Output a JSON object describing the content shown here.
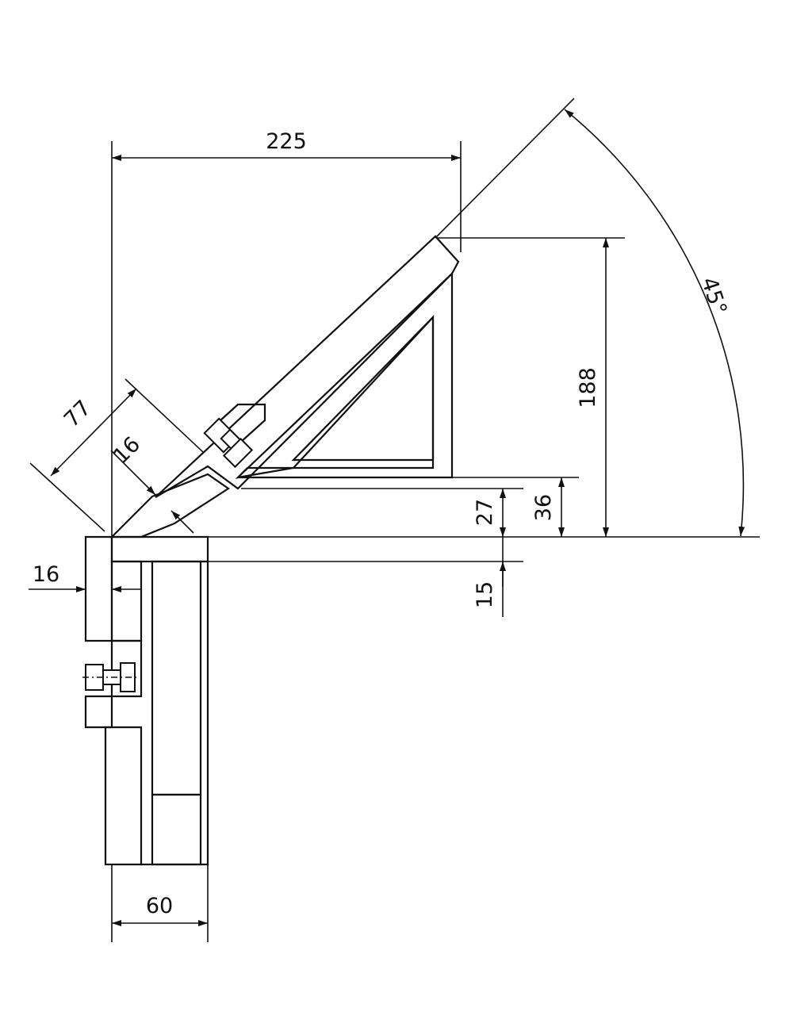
{
  "drawing": {
    "dimensions": {
      "d225": "225",
      "d188": "188",
      "d45": "45°",
      "d77": "77",
      "d16_diag": "16",
      "d36": "36",
      "d27": "27",
      "d16_left": "16",
      "d15": "15",
      "d60": "60"
    }
  }
}
